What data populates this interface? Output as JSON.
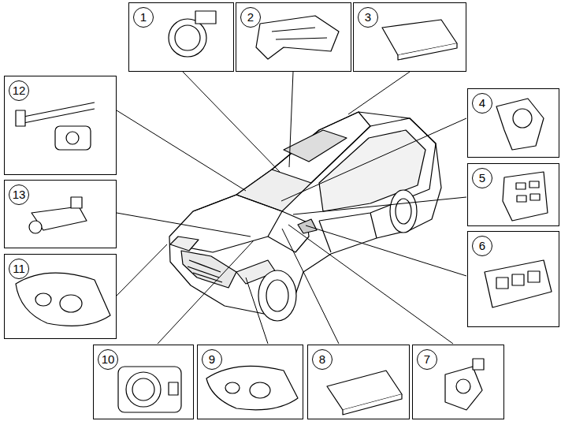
{
  "diagram": {
    "nodes": [
      {
        "text": [
          "1"
        ]
      },
      {
        "text": [
          "2"
        ]
      },
      {
        "text": [
          "3"
        ]
      },
      {
        "text": [
          "4"
        ]
      },
      {
        "text": [
          "5"
        ]
      },
      {
        "text": [
          "6"
        ]
      },
      {
        "text": [
          "7"
        ]
      },
      {
        "text": [
          "8"
        ]
      },
      {
        "text": [
          "9"
        ]
      },
      {
        "text": [
          "10"
        ]
      },
      {
        "text": [
          "11"
        ]
      },
      {
        "text": [
          "12"
        ]
      },
      {
        "text": [
          "13"
        ]
      }
    ]
  }
}
